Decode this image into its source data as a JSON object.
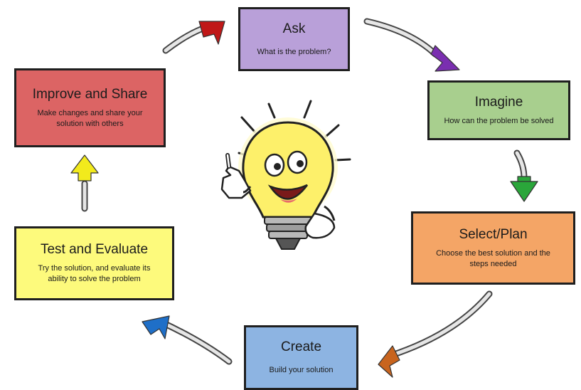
{
  "steps": [
    {
      "id": "ask",
      "title": "Ask",
      "description": "What is the problem?",
      "color": "#b9a0d9"
    },
    {
      "id": "imagine",
      "title": "Imagine",
      "description": "How can the problem be solved",
      "color": "#a8cf8e"
    },
    {
      "id": "select",
      "title": "Select/Plan",
      "description": "Choose the best solution and the steps needed",
      "color": "#f4a566"
    },
    {
      "id": "create",
      "title": "Create",
      "description": "Build your solution",
      "color": "#8db4e2"
    },
    {
      "id": "test",
      "title": "Test and Evaluate",
      "description": "Try the solution, and evaluate its ability to solve the problem",
      "color": "#fdfa7c"
    },
    {
      "id": "improve",
      "title": "Improve and Share",
      "description": "Make changes and share your solution with others",
      "color": "#dc6464"
    }
  ],
  "arrows": [
    {
      "from": "improve",
      "to": "ask",
      "color": "#c01818"
    },
    {
      "from": "ask",
      "to": "imagine",
      "color": "#7a2fb0"
    },
    {
      "from": "imagine",
      "to": "select",
      "color": "#2aa63a"
    },
    {
      "from": "select",
      "to": "create",
      "color": "#c8641e"
    },
    {
      "from": "create",
      "to": "test",
      "color": "#1f6fc8"
    },
    {
      "from": "test",
      "to": "improve",
      "color": "#f2ea1c"
    }
  ],
  "center_image": "lightbulb-mascot"
}
